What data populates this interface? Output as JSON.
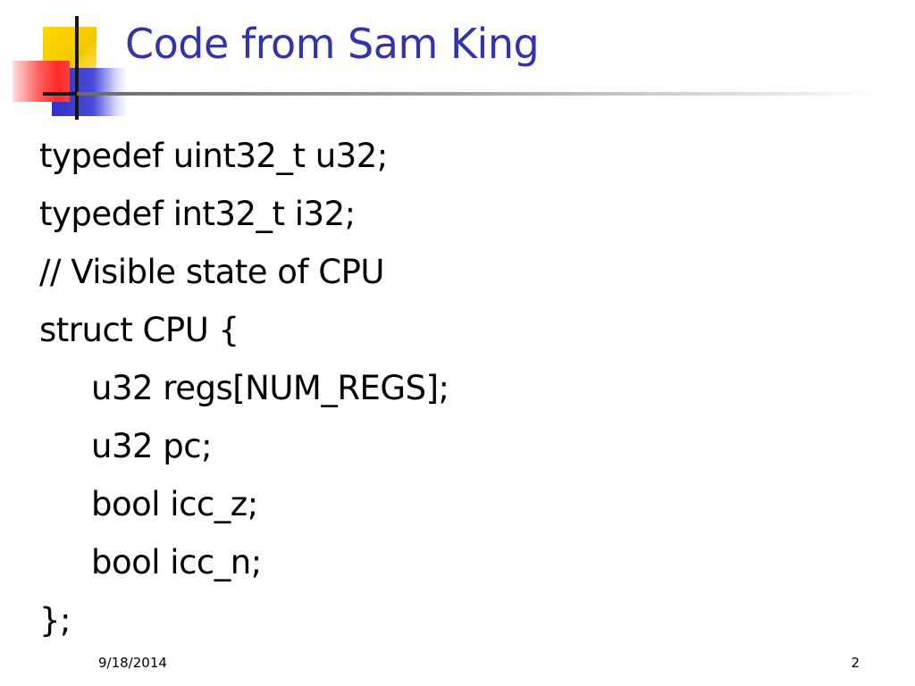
{
  "slide": {
    "title": "Code from Sam King",
    "code_lines": [
      "typedef uint32_t u32;",
      "typedef int32_t i32;",
      "// Visible state of CPU",
      "struct CPU {",
      "u32 regs[NUM_REGS];",
      "u32 pc;",
      "bool icc_z;",
      "bool icc_n;",
      "};"
    ]
  },
  "footer": {
    "date": "9/18/2014",
    "page_number": "2"
  },
  "colors": {
    "title": "#3333aa",
    "logo_yellow": "#ffd800",
    "logo_red": "#ff2a2a",
    "logo_blue": "#3030c8"
  }
}
